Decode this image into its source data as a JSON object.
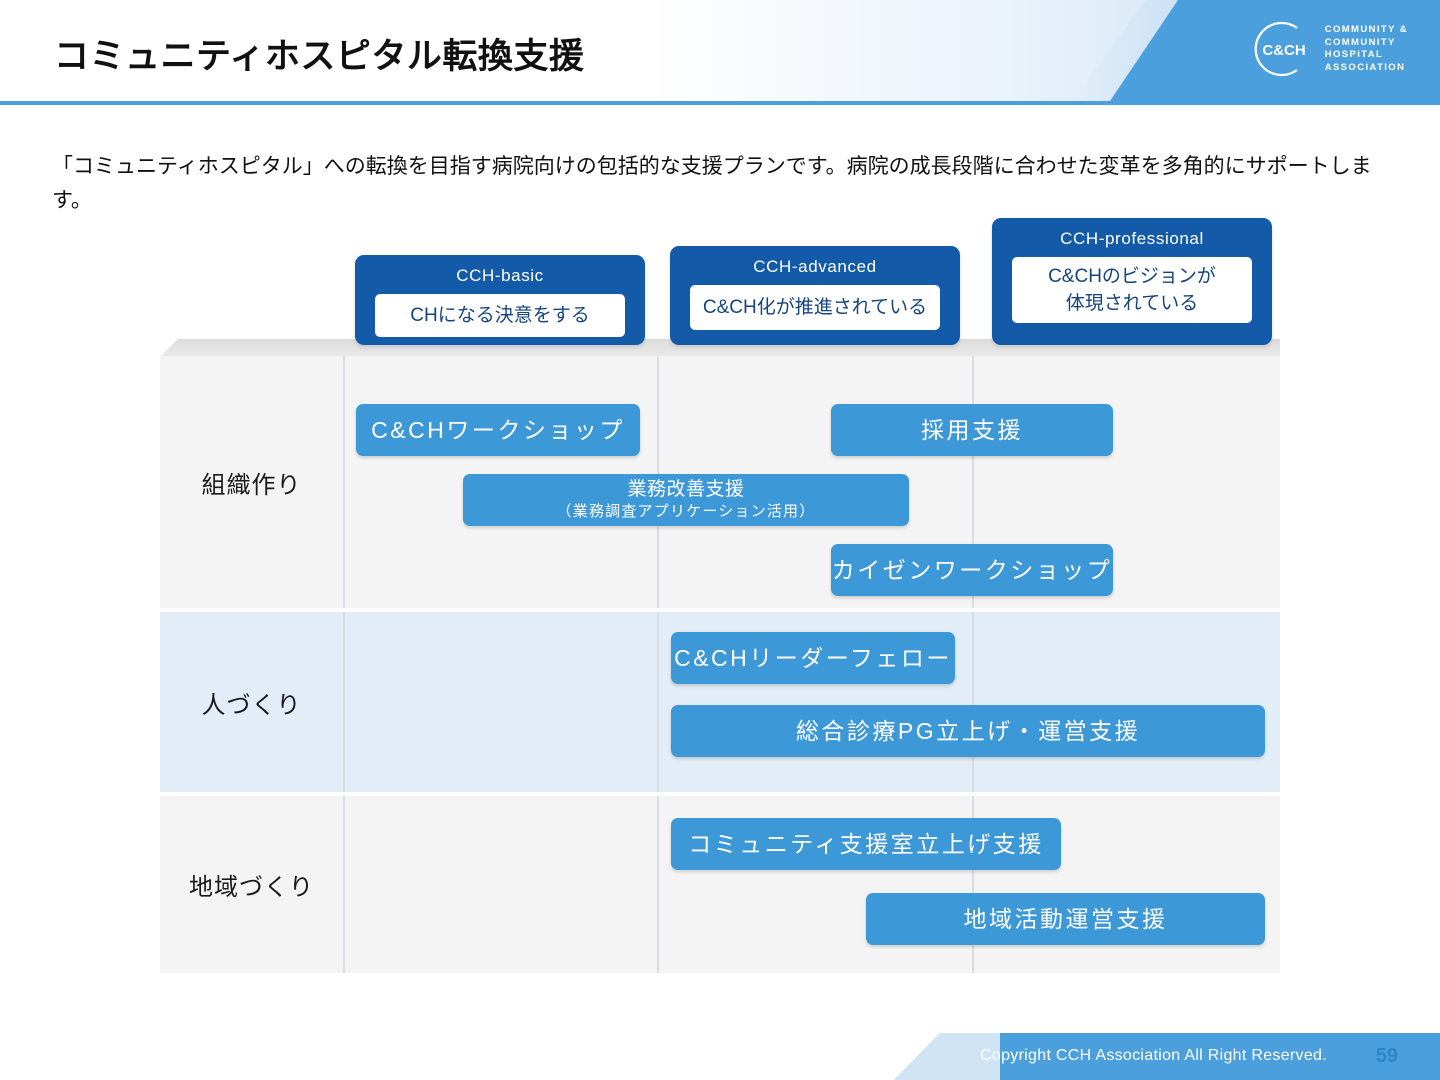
{
  "header": {
    "title": "コミュニティホスピタル転換支援",
    "logo": {
      "mark_text": "C&CH",
      "line1": "COMMUNITY &",
      "line2": "COMMUNITY",
      "line3": "HOSPITAL",
      "line4": "ASSOCIATION"
    },
    "accent_color": "#4a9fdc"
  },
  "description": "「コミュニティホスピタル」への転換を目指す病院向けの包括的な支援プランです。病院の成長段階に合わせた変革を多角的にサポートします。",
  "matrix": {
    "stages": [
      {
        "name": "CCH-basic",
        "goal": "CHになる決意をする",
        "goal_line2": ""
      },
      {
        "name": "CCH-advanced",
        "goal": "C&CH化が推進されている",
        "goal_line2": ""
      },
      {
        "name": "CCH-professional",
        "goal": "C&CHのビジョンが",
        "goal_line2": "体現されている"
      }
    ],
    "rows": [
      {
        "label": "組織作り",
        "items": [
          {
            "label": "C&CHワークショップ",
            "sub": ""
          },
          {
            "label": "業務改善支援",
            "sub": "（業務調査アプリケーション活用）"
          },
          {
            "label": "採用支援",
            "sub": ""
          },
          {
            "label": "カイゼンワークショップ",
            "sub": ""
          }
        ]
      },
      {
        "label": "人づくり",
        "items": [
          {
            "label": "C&CHリーダーフェロー",
            "sub": ""
          },
          {
            "label": "総合診療PG立上げ・運営支援",
            "sub": ""
          }
        ]
      },
      {
        "label": "地域づくり",
        "items": [
          {
            "label": "コミュニティ支援室立上げ支援",
            "sub": ""
          },
          {
            "label": "地域活動運営支援",
            "sub": ""
          }
        ]
      }
    ],
    "stage_color": "#135ba8",
    "item_color": "#3d98d8"
  },
  "footer": {
    "copyright": "Copyright CCH Association All Right Reserved.",
    "page_number": "59"
  }
}
